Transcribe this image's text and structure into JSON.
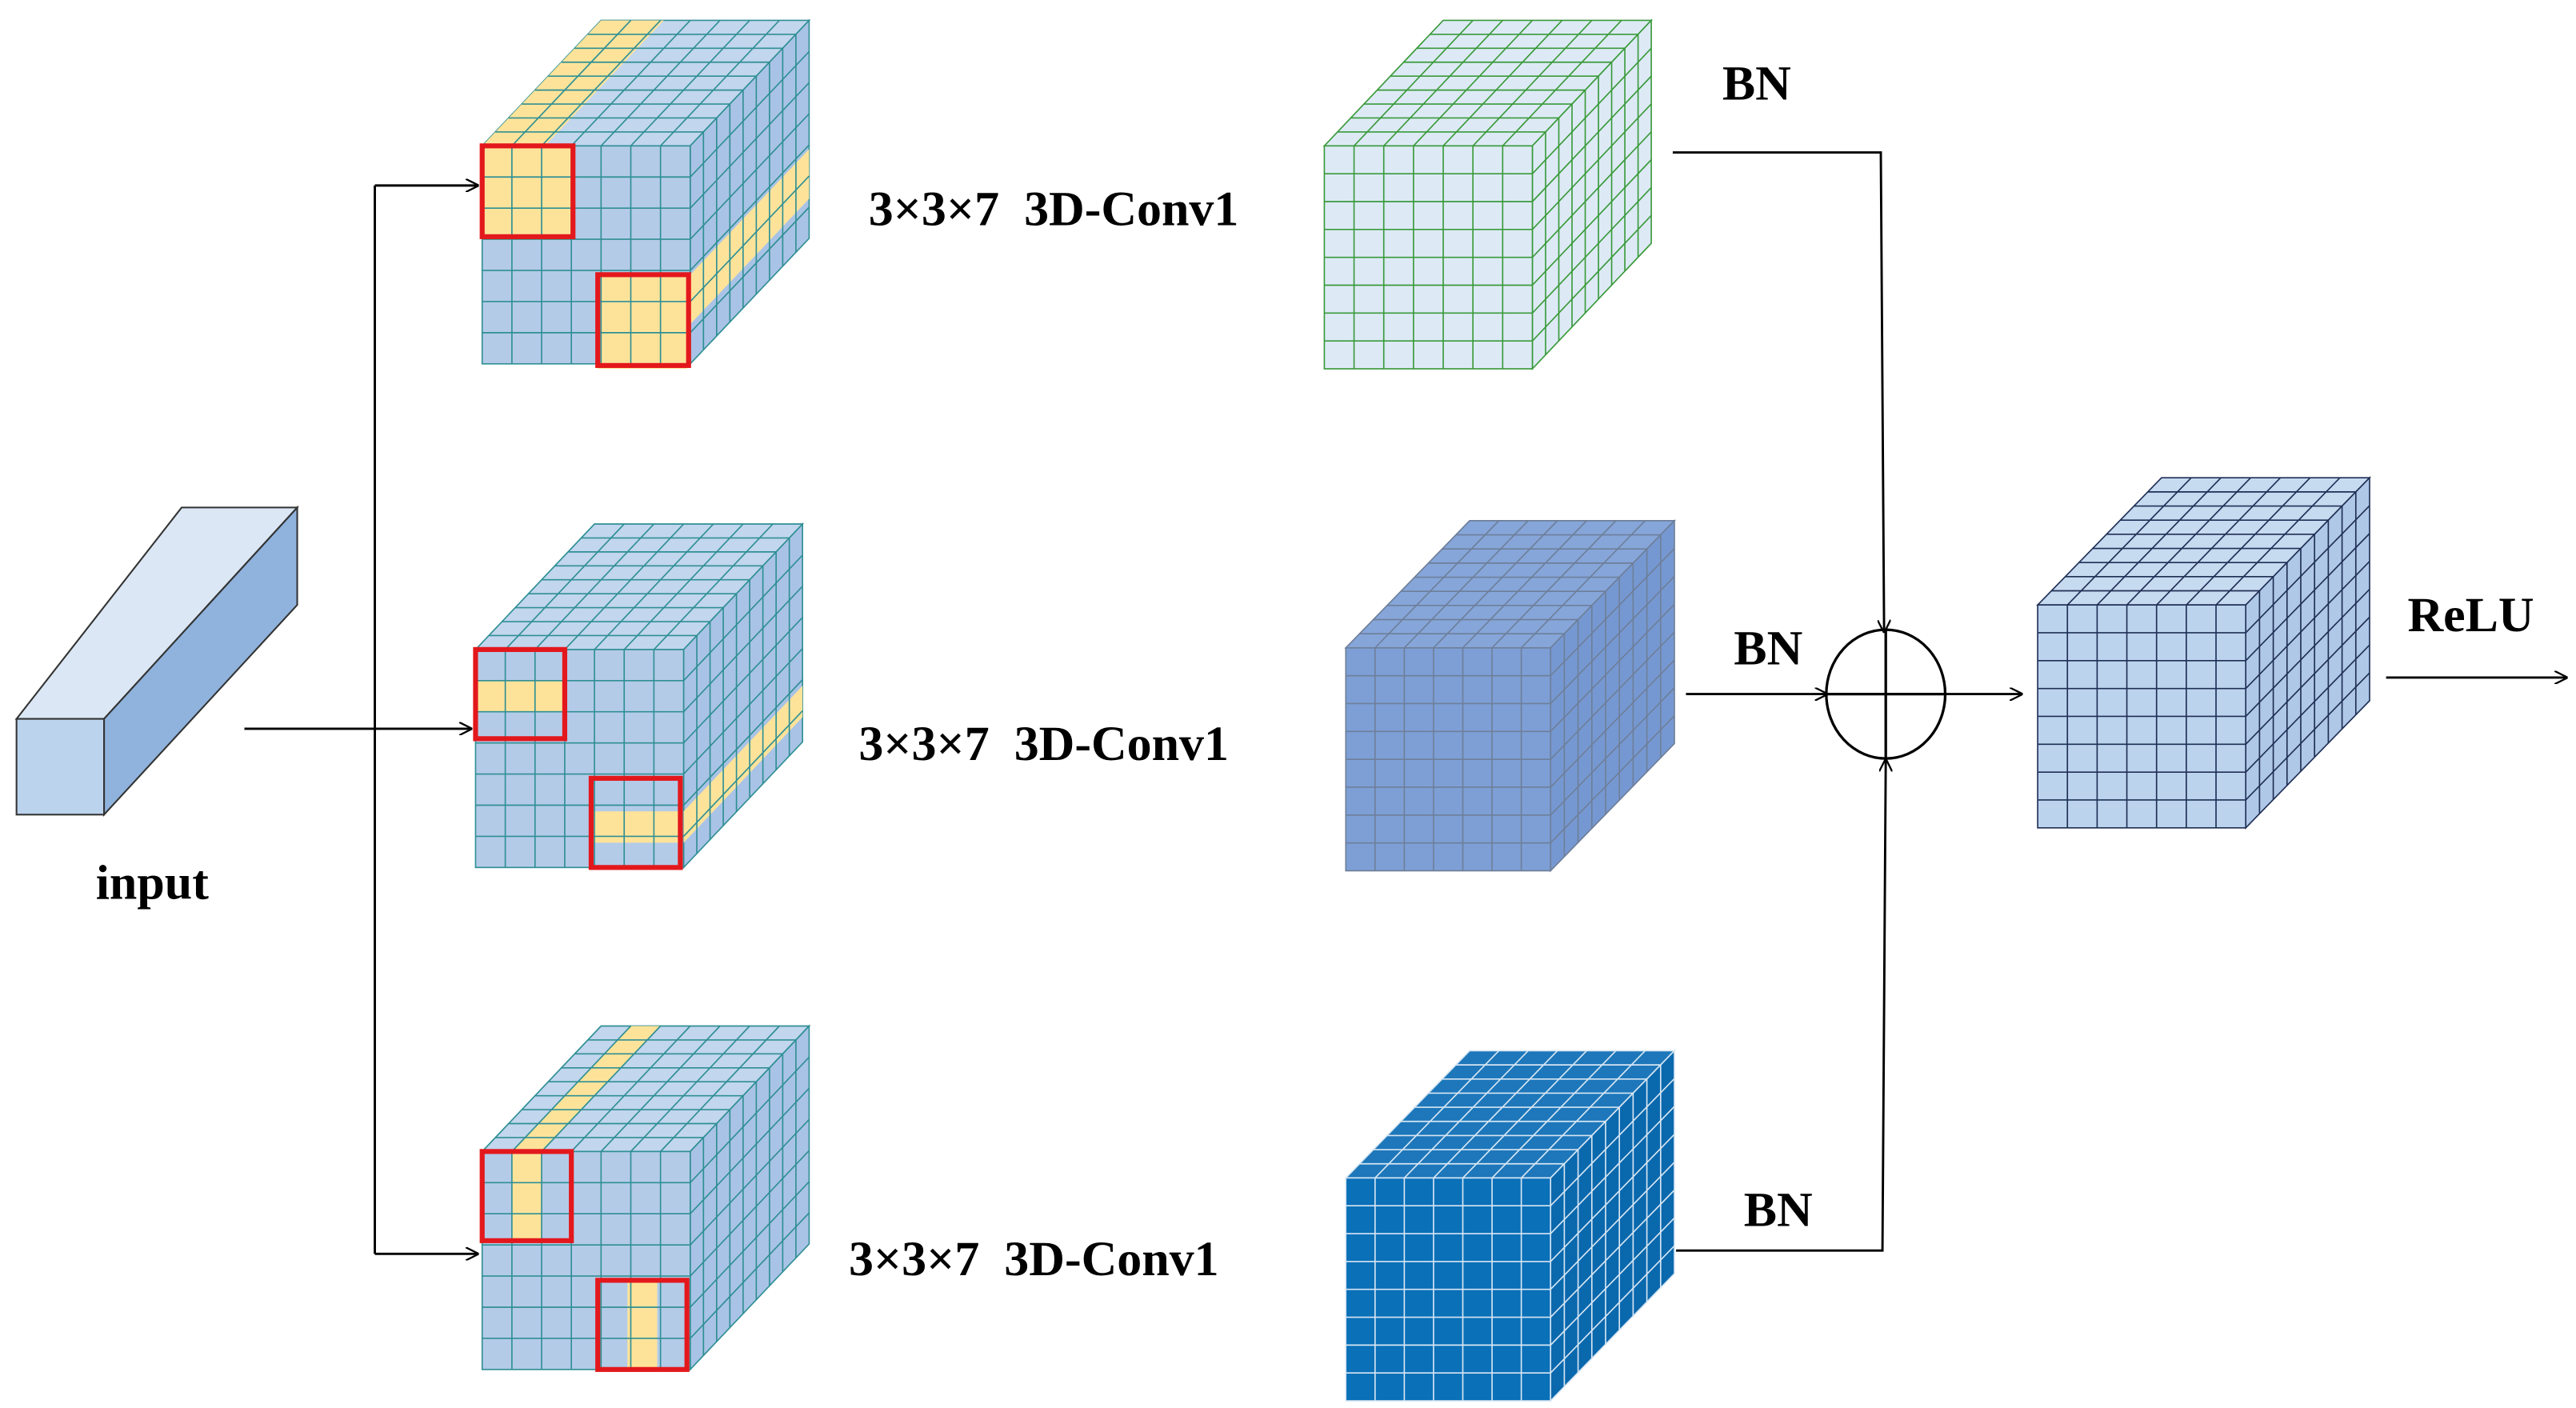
{
  "labels": {
    "input": "input",
    "conv_top": "3×3×7  3D-Conv1",
    "conv_mid": "3×3×7  3D-Conv1",
    "conv_bot": "3×3×7  3D-Conv1",
    "bn_top": "BN",
    "bn_mid": "BN",
    "bn_bot": "BN",
    "relu": "ReLU"
  },
  "colors": {
    "input_front": "#bcd3ee",
    "input_top": "#dbe7f4",
    "input_side": "#8fb3dd",
    "conv_front": "#b4cbe8",
    "conv_top": "#c2d6ee",
    "conv_side": "#a9c3e6",
    "highlight": "#fde39a",
    "kernel_outline": "#e3181c",
    "conv_grid": "#2f8f94",
    "out1_fill": "#ddeaf6",
    "out1_grid": "#3a9a3a",
    "out2_front": "#7d9fd6",
    "out2_top": "#86a6da",
    "out2_side": "#7698d2",
    "out2_grid": "#6e7f99",
    "out3_front": "#0a70b8",
    "out3_top": "#1d77ba",
    "out3_side": "#0a68ad",
    "out3_grid": "#d7e6f3",
    "final_front": "#bcd3ee",
    "final_top": "#c6daf0",
    "final_side": "#b0c8e8",
    "final_grid": "#1f2f55"
  },
  "icons": {
    "sum": "circled-plus-icon"
  }
}
